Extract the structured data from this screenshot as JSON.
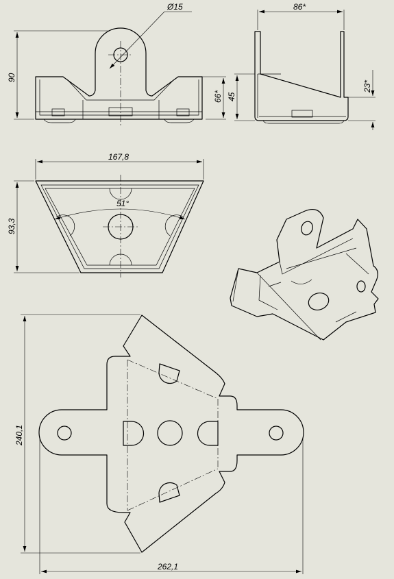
{
  "dimensions": {
    "hole_diameter": "Ø15",
    "front_height": "90",
    "front_bend_height": "66*",
    "side_width": "86*",
    "side_height": "45",
    "side_flange_height": "23*",
    "top_width": "167,8",
    "top_depth": "93,3",
    "top_angle": "51°",
    "flat_height": "240,1",
    "flat_width": "262,1"
  }
}
